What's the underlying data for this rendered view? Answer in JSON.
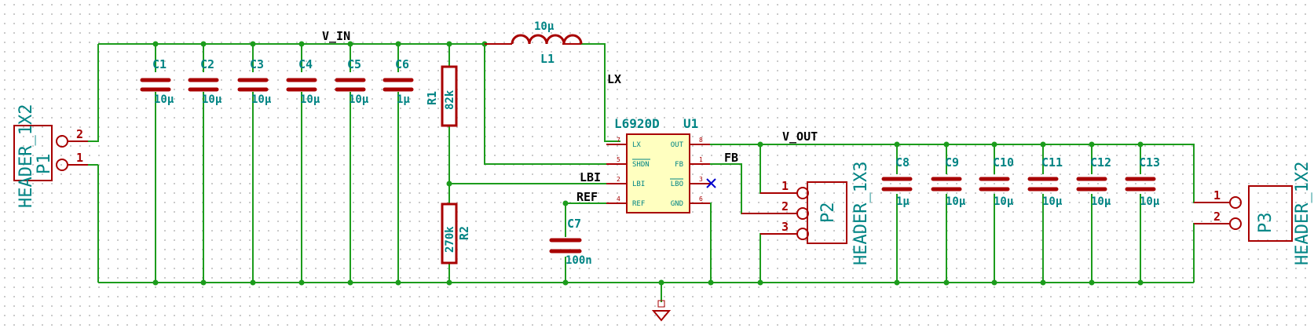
{
  "nets": {
    "v_in": "V_IN",
    "lx": "LX",
    "v_out": "V_OUT",
    "fb": "FB",
    "lbi": "LBI",
    "ref": "REF"
  },
  "inductor": {
    "ref": "L1",
    "value": "10µ"
  },
  "input_caps": [
    {
      "ref": "C1",
      "value": "10µ"
    },
    {
      "ref": "C2",
      "value": "10µ"
    },
    {
      "ref": "C3",
      "value": "10µ"
    },
    {
      "ref": "C4",
      "value": "10µ"
    },
    {
      "ref": "C5",
      "value": "10µ"
    },
    {
      "ref": "C6",
      "value": "1µ"
    }
  ],
  "output_caps": [
    {
      "ref": "C8",
      "value": "1µ"
    },
    {
      "ref": "C9",
      "value": "10µ"
    },
    {
      "ref": "C10",
      "value": "10µ"
    },
    {
      "ref": "C11",
      "value": "10µ"
    },
    {
      "ref": "C12",
      "value": "10µ"
    },
    {
      "ref": "C13",
      "value": "10µ"
    }
  ],
  "c7": {
    "ref": "C7",
    "value": "100n"
  },
  "r1": {
    "ref": "R1",
    "value": "82k"
  },
  "r2": {
    "ref": "R2",
    "value": "270k"
  },
  "ic": {
    "part": "L6920D",
    "ref": "U1",
    "pins_left": [
      {
        "num": "7",
        "name": "LX"
      },
      {
        "num": "5",
        "name": "SHDN"
      },
      {
        "num": "2",
        "name": "LBI"
      },
      {
        "num": "4",
        "name": "REF"
      }
    ],
    "pins_right": [
      {
        "num": "8",
        "name": "OUT"
      },
      {
        "num": "1",
        "name": "FB"
      },
      {
        "num": "3",
        "name": "LBO"
      },
      {
        "num": "6",
        "name": "GND"
      }
    ]
  },
  "p1": {
    "ref": "P1",
    "type": "HEADER_1X2",
    "pins": [
      "2",
      "1"
    ]
  },
  "p2": {
    "ref": "P2",
    "type": "HEADER_1X3",
    "pins": [
      "1",
      "2",
      "3"
    ]
  },
  "p3": {
    "ref": "P3",
    "type": "HEADER_1X2",
    "pins": [
      "1",
      "2"
    ]
  },
  "colors": {
    "wire": "#1c9c1c",
    "component": "#a80000",
    "text": "#008484",
    "ic_fill": "#ffffc0",
    "no_connect": "#0000cc"
  }
}
